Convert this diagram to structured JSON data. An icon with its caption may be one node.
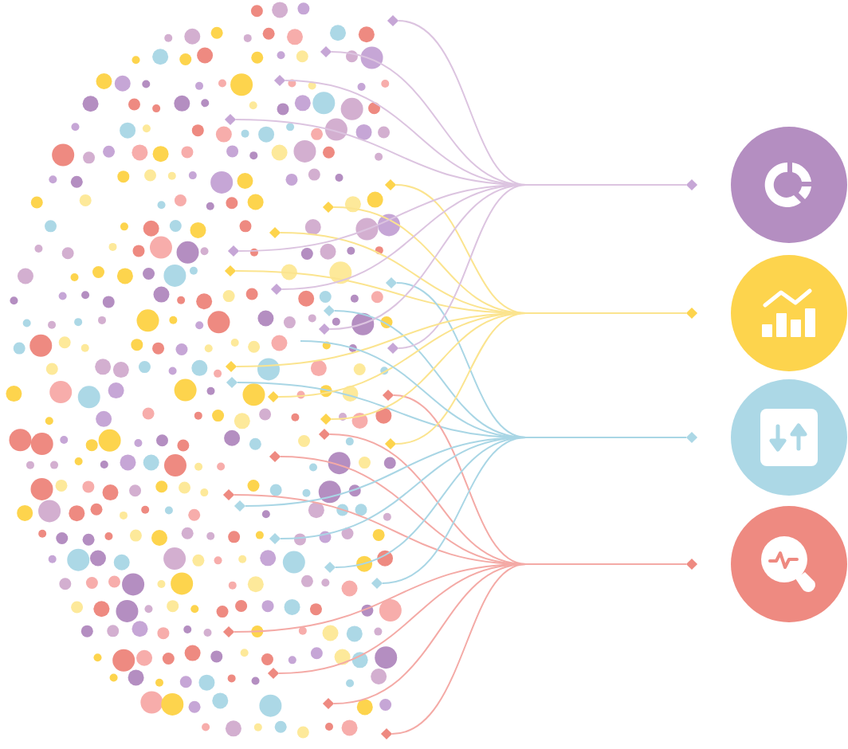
{
  "diagram": {
    "nodes": [
      {
        "text": [],
        "shape": "diamond"
      },
      {
        "text": [],
        "shape": "diamond"
      },
      {
        "text": [],
        "shape": "diamond"
      },
      {
        "text": [],
        "shape": "diamond"
      },
      {
        "text": [],
        "shape": "diamond"
      },
      {
        "text": [],
        "shape": "diamond"
      },
      {
        "text": [],
        "shape": "diamond"
      },
      {
        "text": [],
        "shape": "diamond"
      },
      {
        "text": [],
        "shape": "diamond"
      },
      {
        "text": [],
        "shape": "diamond"
      },
      {
        "text": [],
        "shape": "diamond"
      },
      {
        "text": [],
        "shape": "diamond"
      },
      {
        "text": [],
        "shape": "diamond"
      },
      {
        "text": [],
        "shape": "diamond"
      },
      {
        "text": [],
        "shape": "diamond"
      },
      {
        "text": [],
        "shape": "diamond"
      },
      {
        "text": [],
        "shape": "diamond"
      },
      {
        "text": [],
        "shape": "diamond"
      },
      {
        "text": [],
        "shape": "diamond"
      },
      {
        "text": [],
        "shape": "diamond"
      },
      {
        "text": [],
        "shape": "diamond"
      },
      {
        "text": [],
        "shape": "diamond"
      },
      {
        "text": [],
        "shape": "diamond"
      },
      {
        "text": [],
        "shape": "diamond"
      },
      {
        "text": [],
        "shape": "diamond"
      },
      {
        "text": [],
        "shape": "diamond"
      },
      {
        "text": [],
        "shape": "diamond"
      },
      {
        "text": [],
        "shape": "diamond"
      },
      {
        "text": [],
        "shape": "diamond"
      },
      {
        "text": [],
        "shape": "diamond"
      },
      {
        "text": [],
        "shape": "diamond"
      },
      {
        "text": [],
        "shape": "diamond"
      },
      {
        "text": [],
        "shape": "diamond"
      },
      {
        "text": [],
        "shape": "diamond"
      },
      {
        "text": [],
        "shape": "diamond"
      },
      {
        "text": [],
        "shape": "circle"
      },
      {
        "text": [],
        "shape": "circle"
      },
      {
        "text": [],
        "shape": "circle"
      },
      {
        "text": [],
        "shape": "circle"
      }
    ],
    "edges": [
      {
        "from": 0,
        "to": 31,
        "arrow": "none",
        "color": "#dcc4e0"
      },
      {
        "from": 1,
        "to": 31,
        "arrow": "none",
        "color": "#dcc4e0"
      },
      {
        "from": 2,
        "to": 31,
        "arrow": "none",
        "color": "#dcc4e0"
      },
      {
        "from": 3,
        "to": 31,
        "arrow": "none",
        "color": "#dcc4e0"
      },
      {
        "from": 4,
        "to": 32,
        "arrow": "none",
        "color": "#fbe48f"
      },
      {
        "from": 5,
        "to": 32,
        "arrow": "none",
        "color": "#fbe48f"
      },
      {
        "from": 6,
        "to": 32,
        "arrow": "none",
        "color": "#fbe48f"
      },
      {
        "from": 7,
        "to": 31,
        "arrow": "none",
        "color": "#dcc4e0"
      },
      {
        "from": 8,
        "to": 32,
        "arrow": "none",
        "color": "#fbe48f"
      },
      {
        "from": 9,
        "to": 33,
        "arrow": "none",
        "color": "#a9d6e5"
      },
      {
        "from": 10,
        "to": 31,
        "arrow": "none",
        "color": "#dcc4e0"
      },
      {
        "from": 11,
        "to": 33,
        "arrow": "none",
        "color": "#a9d6e5"
      },
      {
        "from": 12,
        "to": 31,
        "arrow": "none",
        "color": "#dcc4e0"
      },
      {
        "from": 13,
        "to": 31,
        "arrow": "none",
        "color": "#dcc4e0"
      },
      {
        "from": 14,
        "to": 32,
        "arrow": "none",
        "color": "#fbe48f"
      },
      {
        "from": 15,
        "to": 33,
        "arrow": "none",
        "color": "#a9d6e5"
      },
      {
        "from": 16,
        "to": 34,
        "arrow": "none",
        "color": "#f4aaa6"
      },
      {
        "from": 17,
        "to": 32,
        "arrow": "none",
        "color": "#fbe48f"
      },
      {
        "from": 18,
        "to": 32,
        "arrow": "none",
        "color": "#fbe48f"
      },
      {
        "from": 19,
        "to": 34,
        "arrow": "none",
        "color": "#f4aaa6"
      },
      {
        "from": 20,
        "to": 32,
        "arrow": "none",
        "color": "#fbe48f"
      },
      {
        "from": 21,
        "to": 34,
        "arrow": "none",
        "color": "#f4aaa6"
      },
      {
        "from": 22,
        "to": 34,
        "arrow": "none",
        "color": "#f4aaa6"
      },
      {
        "from": 23,
        "to": 33,
        "arrow": "none",
        "color": "#a9d6e5"
      },
      {
        "from": 24,
        "to": 33,
        "arrow": "none",
        "color": "#a9d6e5"
      },
      {
        "from": 25,
        "to": 33,
        "arrow": "none",
        "color": "#a9d6e5"
      },
      {
        "from": 26,
        "to": 33,
        "arrow": "none",
        "color": "#a9d6e5"
      },
      {
        "from": 27,
        "to": 34,
        "arrow": "none",
        "color": "#f4aaa6"
      },
      {
        "from": 28,
        "to": 34,
        "arrow": "none",
        "color": "#f4aaa6"
      },
      {
        "from": 29,
        "to": 34,
        "arrow": "none",
        "color": "#f4aaa6"
      },
      {
        "from": 30,
        "to": 34,
        "arrow": "none",
        "color": "#f4aaa6"
      },
      {
        "from": null,
        "to": 33,
        "arrow": "none",
        "color": "#a9d6e5"
      }
    ]
  }
}
